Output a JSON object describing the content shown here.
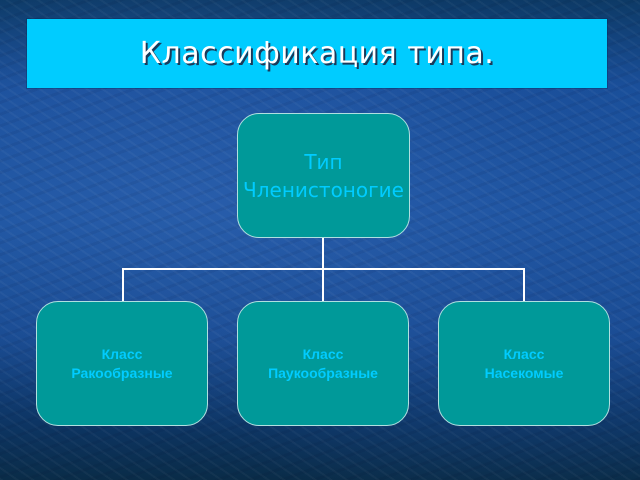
{
  "slide": {
    "title": "Классификация типа.",
    "colors": {
      "title_bar": "#00ccff",
      "title_text": "#ffffff",
      "node_fill": "#009999",
      "node_text": "#00ccff",
      "connector": "#ffffff",
      "background": "#1d54a0"
    }
  },
  "diagram": {
    "root": {
      "line1": "Тип",
      "line2": "Членистоногие"
    },
    "children": [
      {
        "line1": "Класс",
        "line2": "Ракообразные"
      },
      {
        "line1": "Класс",
        "line2": "Паукообразные"
      },
      {
        "line1": "Класс",
        "line2": "Насекомые"
      }
    ]
  }
}
